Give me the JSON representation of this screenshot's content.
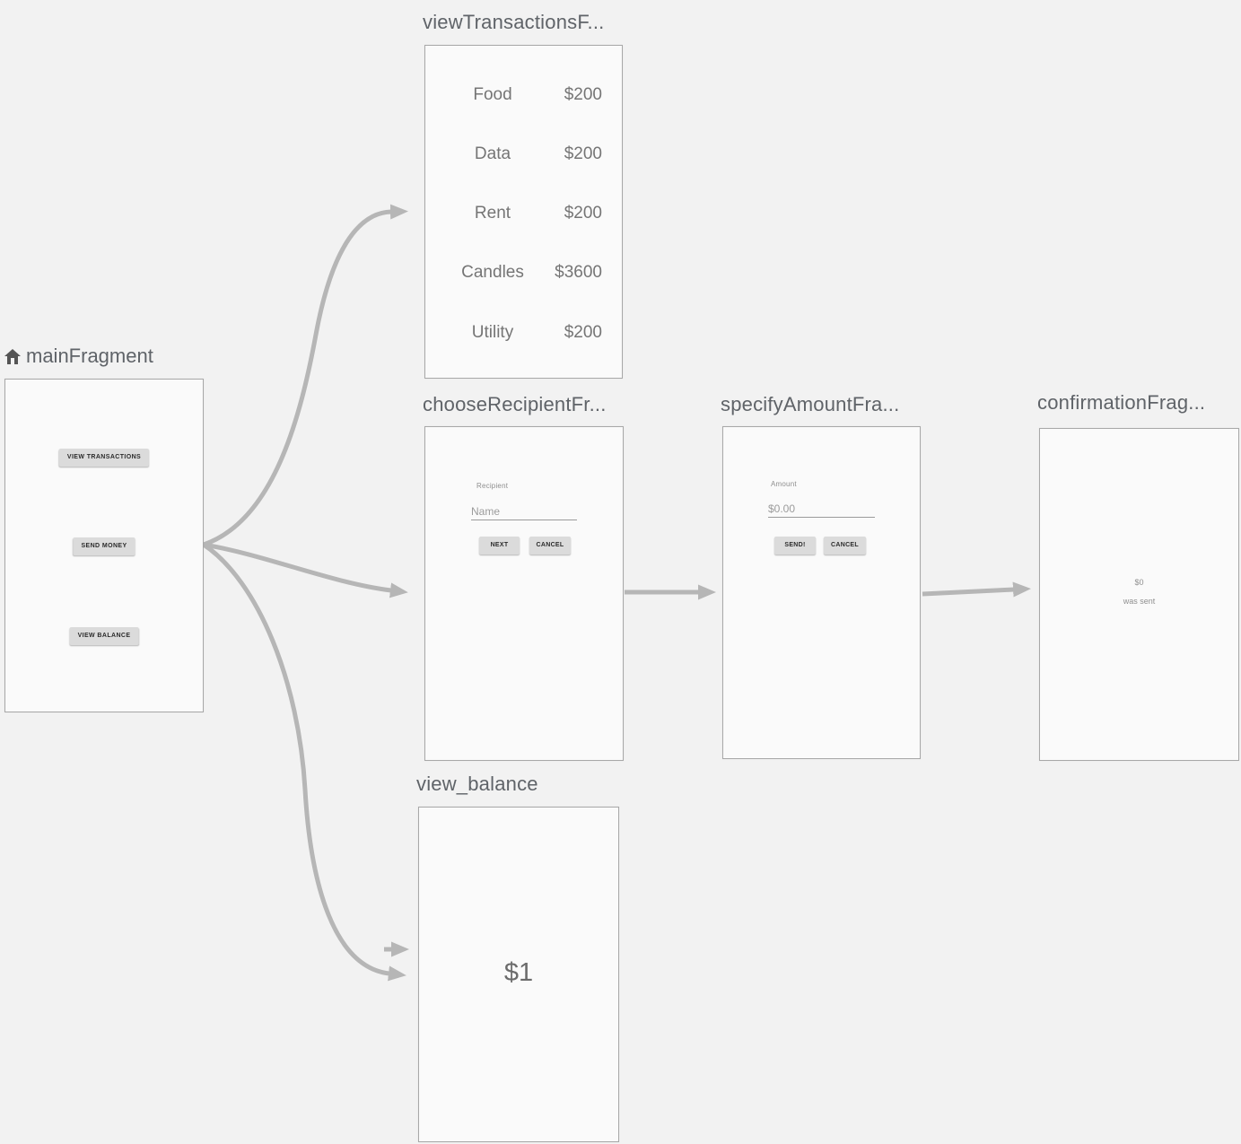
{
  "colors": {
    "background": "#f2f2f2",
    "card_background": "#fafafa",
    "card_border": "#a8a8a8",
    "arrow": "#b6b6b6",
    "title_text": "#5f6368"
  },
  "fragments": {
    "main": {
      "title": "mainFragment",
      "icon": "home-icon",
      "buttons": [
        {
          "label": "VIEW TRANSACTIONS"
        },
        {
          "label": "SEND MONEY"
        },
        {
          "label": "VIEW BALANCE"
        }
      ]
    },
    "view_transactions": {
      "title": "viewTransactionsF...",
      "rows": [
        {
          "label": "Food",
          "amount": "$200"
        },
        {
          "label": "Data",
          "amount": "$200"
        },
        {
          "label": "Rent",
          "amount": "$200"
        },
        {
          "label": "Candles",
          "amount": "$3600"
        },
        {
          "label": "Utility",
          "amount": "$200"
        }
      ]
    },
    "choose_recipient": {
      "title": "chooseRecipientFr...",
      "field_label": "Recipient",
      "field_hint": "Name",
      "buttons": [
        {
          "label": "NEXT"
        },
        {
          "label": "CANCEL"
        }
      ]
    },
    "specify_amount": {
      "title": "specifyAmountFra...",
      "field_label": "Amount",
      "field_value": "$0.00",
      "buttons": [
        {
          "label": "SEND!"
        },
        {
          "label": "CANCEL"
        }
      ]
    },
    "confirmation": {
      "title": "confirmationFrag...",
      "amount": "$0",
      "message": "was sent"
    },
    "view_balance": {
      "title": "view_balance",
      "balance": "$1"
    }
  }
}
